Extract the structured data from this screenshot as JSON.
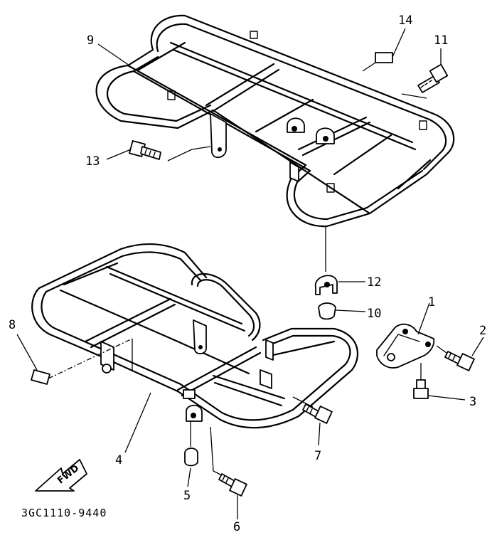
{
  "diagram": {
    "part_code": "3GC1110-9440",
    "direction_label": "FWD",
    "callouts": [
      {
        "id": "1",
        "label": "1"
      },
      {
        "id": "2",
        "label": "2"
      },
      {
        "id": "3",
        "label": "3"
      },
      {
        "id": "4",
        "label": "4"
      },
      {
        "id": "5",
        "label": "5"
      },
      {
        "id": "6",
        "label": "6"
      },
      {
        "id": "7",
        "label": "7"
      },
      {
        "id": "8",
        "label": "8"
      },
      {
        "id": "9",
        "label": "9"
      },
      {
        "id": "10",
        "label": "10"
      },
      {
        "id": "11",
        "label": "11"
      },
      {
        "id": "12",
        "label": "12"
      },
      {
        "id": "13",
        "label": "13"
      },
      {
        "id": "14",
        "label": "14"
      }
    ]
  }
}
